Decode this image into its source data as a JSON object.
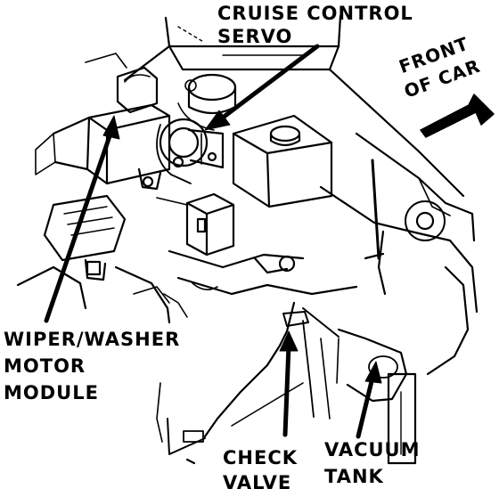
{
  "labels": {
    "cruise_servo": [
      "CRUISE CONTROL",
      "SERVO"
    ],
    "front_of_car": [
      "FRONT",
      "OF CAR"
    ],
    "wiper_module": [
      "WIPER/WASHER",
      "MOTOR",
      "MODULE"
    ],
    "check_valve": [
      "CHECK",
      "VALVE"
    ],
    "vacuum_tank": [
      "VACUUM",
      "TANK"
    ]
  },
  "colors": {
    "ink": "#000000",
    "paper": "#ffffff"
  }
}
